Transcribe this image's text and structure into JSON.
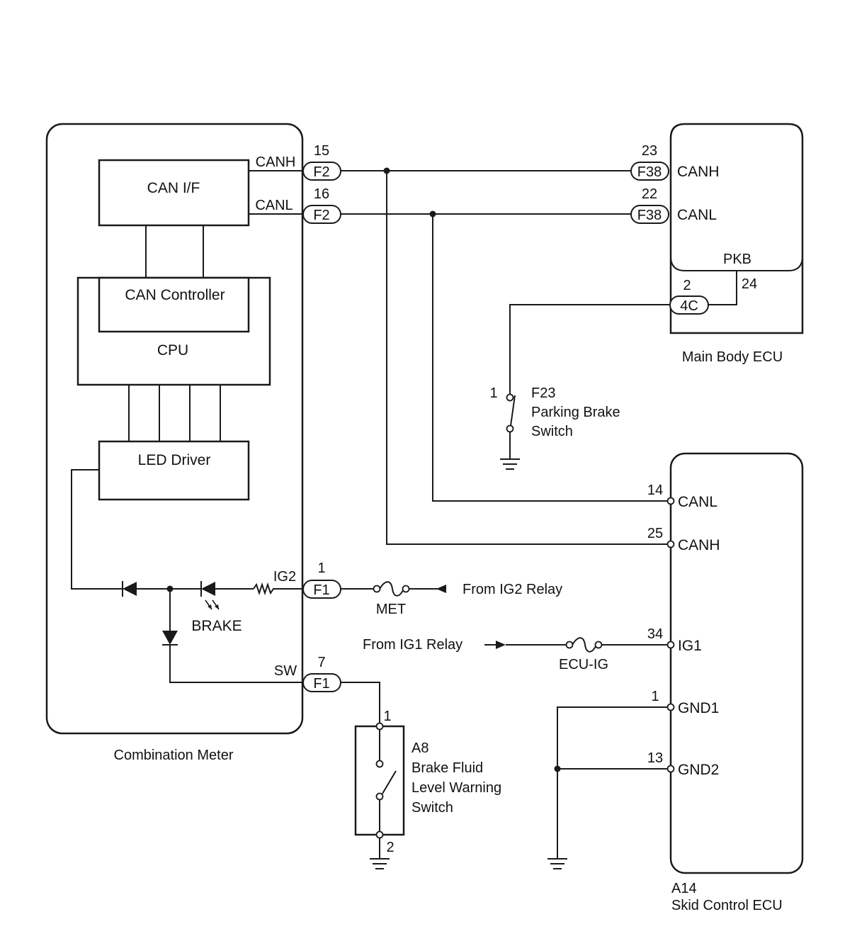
{
  "components": {
    "combination_meter": "Combination Meter",
    "main_body_ecu": "Main Body ECU",
    "skid_control_ecu_code": "A14",
    "skid_control_ecu": "Skid Control ECU",
    "parking_brake_code": "F23",
    "parking_brake_line1": "Parking Brake",
    "parking_brake_line2": "Switch",
    "brake_fluid_code": "A8",
    "brake_fluid_line1": "Brake Fluid",
    "brake_fluid_line2": "Level Warning",
    "brake_fluid_line3": "Switch"
  },
  "internal_blocks": {
    "can_if": "CAN I/F",
    "can_controller": "CAN Controller",
    "cpu": "CPU",
    "led_driver": "LED Driver",
    "brake_led": "BRAKE"
  },
  "signals": {
    "meter_canh": "CANH",
    "meter_canl": "CANL",
    "meter_ig2": "IG2",
    "meter_sw": "SW",
    "body_canh": "CANH",
    "body_canl": "CANL",
    "body_pkb": "PKB",
    "skid_canl": "CANL",
    "skid_canh": "CANH",
    "skid_ig1": "IG1",
    "skid_gnd1": "GND1",
    "skid_gnd2": "GND2"
  },
  "connectors": {
    "f2_canh": "F2",
    "f2_canl": "F2",
    "f1_ig2": "F1",
    "f1_sw": "F1",
    "f38_canh": "F38",
    "f38_canl": "F38",
    "c4c": "4C"
  },
  "pins": {
    "meter_canh": "15",
    "meter_canl": "16",
    "meter_ig2": "1",
    "meter_sw": "7",
    "body_canh": "23",
    "body_canl": "22",
    "body_4c": "2",
    "body_pkb": "24",
    "parking_brake": "1",
    "skid_canl": "14",
    "skid_canh": "25",
    "skid_ig1": "34",
    "skid_gnd1": "1",
    "skid_gnd2": "13",
    "brake_fluid_top": "1",
    "brake_fluid_bottom": "2"
  },
  "fuses": {
    "met": "MET",
    "ecu_ig": "ECU-IG"
  },
  "sources": {
    "from_ig2": "From IG2 Relay",
    "from_ig1": "From IG1 Relay"
  }
}
